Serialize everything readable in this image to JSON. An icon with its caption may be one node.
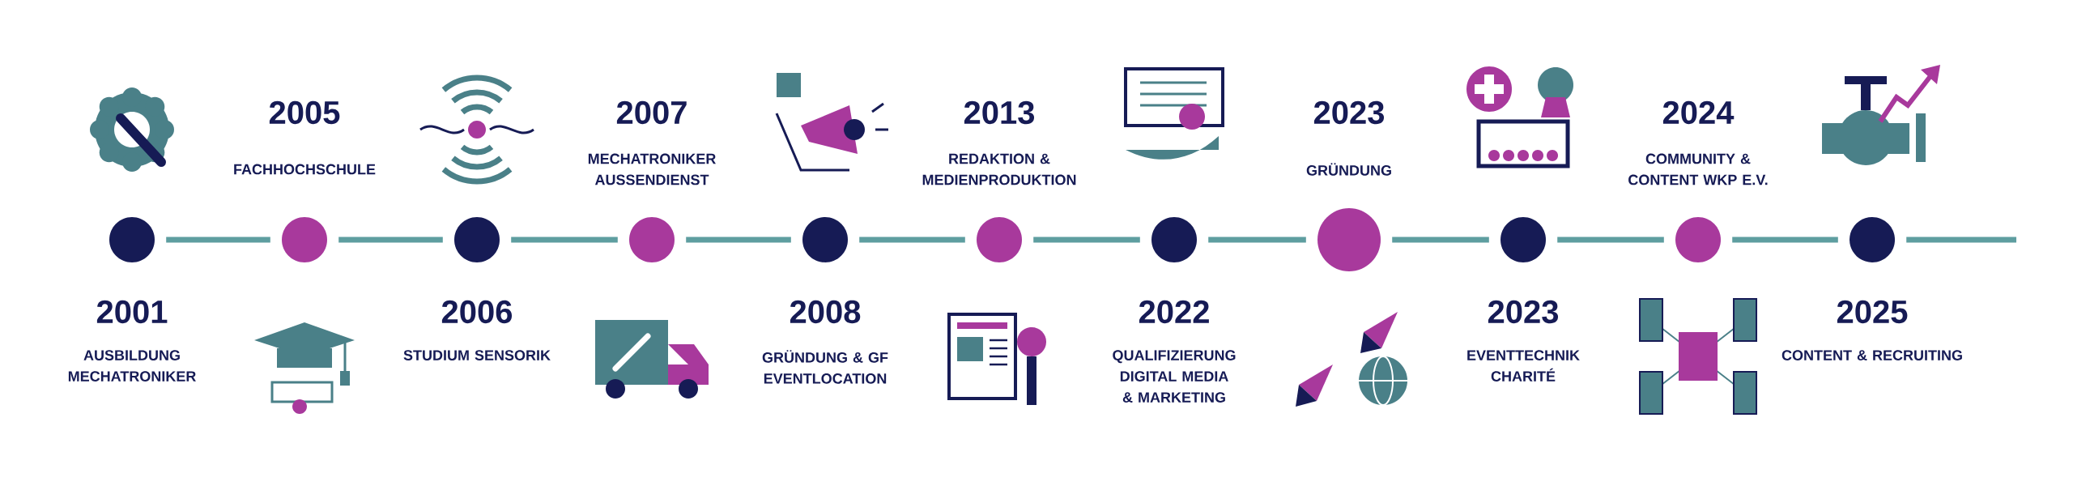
{
  "diagram": {
    "nodes": [
      {
        "text": [],
        "shape": "circle",
        "beside": [
          "2001",
          "AUSBILDUNG MECHATRONIKER"
        ]
      },
      {
        "text": [],
        "shape": "circle",
        "beside": [
          "2005",
          "FACHHOCHSCHULE"
        ]
      },
      {
        "text": [],
        "shape": "circle",
        "beside": [
          "2006",
          "STUDIUM SENSORIK"
        ]
      },
      {
        "text": [],
        "shape": "circle",
        "beside": [
          "2007",
          "MECHATRONIKER AUSSENDIENST"
        ]
      },
      {
        "text": [],
        "shape": "circle",
        "beside": [
          "2008",
          "GRÜNDUNG & GF EVENTLOCATION"
        ]
      },
      {
        "text": [],
        "shape": "circle",
        "beside": [
          "2013",
          "REDAKTION & MEDIENPRODUKTION"
        ]
      },
      {
        "text": [],
        "shape": "circle",
        "beside": [
          "2022",
          "QUALIFIZIERUNG DIGITAL MEDIA & MARKETING"
        ]
      },
      {
        "text": [],
        "shape": "circle",
        "beside": [
          "2023",
          "GRÜNDUNG"
        ]
      },
      {
        "text": [],
        "shape": "circle",
        "beside": [
          "2023",
          "EVENTTECHNIK CHARITÉ"
        ]
      },
      {
        "text": [],
        "shape": "circle",
        "beside": [
          "2024",
          "COMMUNITY & CONTENT WKP E.V."
        ]
      },
      {
        "text": [],
        "shape": "circle",
        "beside": [
          "2025",
          "CONTENT & RECRUITING"
        ]
      }
    ],
    "edges": [
      {
        "from": 0,
        "to": 1,
        "arrow": "none"
      },
      {
        "from": 1,
        "to": 2,
        "arrow": "none"
      },
      {
        "from": 2,
        "to": 3,
        "arrow": "none"
      },
      {
        "from": 3,
        "to": 4,
        "arrow": "none"
      },
      {
        "from": 4,
        "to": 5,
        "arrow": "none"
      },
      {
        "from": 5,
        "to": 6,
        "arrow": "none"
      },
      {
        "from": 6,
        "to": 7,
        "arrow": "none"
      },
      {
        "from": 7,
        "to": 8,
        "arrow": "none"
      },
      {
        "from": 8,
        "to": 9,
        "arrow": "none"
      },
      {
        "from": 9,
        "to": 10,
        "arrow": "none"
      },
      {
        "from": 10,
        "to": null,
        "arrow": "none"
      }
    ]
  }
}
